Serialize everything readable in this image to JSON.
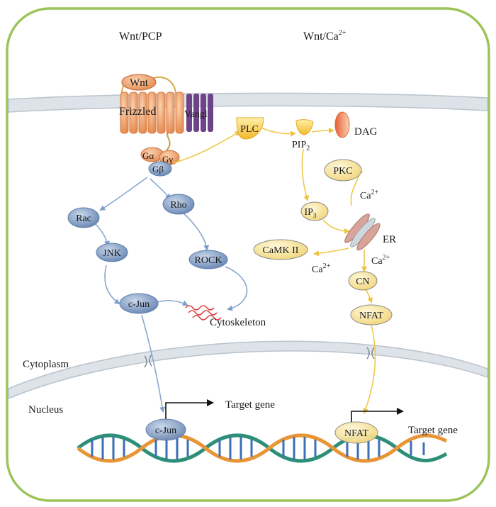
{
  "pathway_titles": {
    "pcp": "Wnt/PCP",
    "ca": "Wnt/Ca",
    "ca_sup": "2+"
  },
  "membrane_proteins": {
    "wnt": "Wnt",
    "frizzled": "Frizzled",
    "vangl": "Vangl"
  },
  "g_protein": {
    "alpha": "Gα",
    "gamma": "Gγ",
    "beta": "Gβ"
  },
  "pcp_nodes": {
    "rac": "Rac",
    "rho": "Rho",
    "jnk": "JNK",
    "rock": "ROCK",
    "cjun": "c-Jun"
  },
  "ca_nodes": {
    "plc": "PLC",
    "pip": "PIP",
    "pip_sub": "2",
    "dag": "DAG",
    "pkc": "PKC",
    "ip": "IP",
    "ip_sub": "3",
    "er": "ER",
    "camk": "CaMK II",
    "cn": "CN",
    "nfat": "NFAT"
  },
  "ions": {
    "ca": "Ca",
    "sup": "2+"
  },
  "labels": {
    "cytoskeleton": "Cytoskeleton",
    "cytoplasm": "Cytoplasm",
    "nucleus": "Nucleus",
    "target_gene": "Target gene"
  },
  "nuclear_factors": {
    "cjun": "c-Jun",
    "nfat": "NFAT"
  },
  "colors": {
    "cell_border": "#9cc45a",
    "membrane": "#dde3e8",
    "membrane_edge": "#b9c4cc",
    "blue_node": "#7c98bf",
    "yellow_node": "#f6e7a6",
    "yellow_arrow": "#f0c84a",
    "blue_arrow": "#8aa8cf",
    "frizzled": "#ef9c66",
    "vangl": "#6e4489",
    "dna_a": "#2e8f78",
    "dna_b": "#e99536"
  }
}
